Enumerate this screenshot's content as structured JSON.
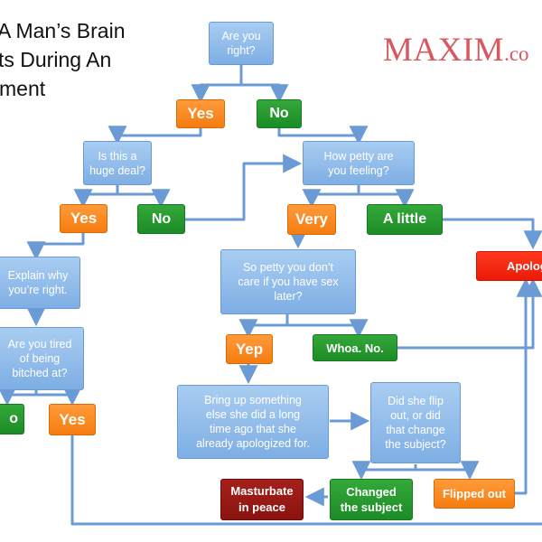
{
  "title": {
    "lines": [
      "A Man’s Brain",
      "ts During An",
      "ment"
    ]
  },
  "brand": {
    "logo_main": "MAXIM",
    "logo_suffix": ".co",
    "color": "#d9575f"
  },
  "nodes": {
    "are_you_right": "Are you\nright?",
    "yes_1": "Yes",
    "no_1": "No",
    "huge_deal": "Is this a\nhuge deal?",
    "how_petty": "How petty are\nyou feeling?",
    "yes_2": "Yes",
    "no_2": "No",
    "very": "Very",
    "a_little": "A little",
    "apologize": "Apolog",
    "explain": "Explain why\nyou’re right.",
    "so_petty": "So petty you don’t\ncare if you have sex\nlater?",
    "tired": "Are you tired\nof being\nbitched at?",
    "yep": "Yep",
    "whoa_no": "Whoa. No.",
    "no_3": "o",
    "yes_3": "Yes",
    "bring_up": "Bring up something\nelse she did a long\ntime ago that she\nalready apologized for.",
    "did_she_flip": "Did she flip\nout, or did\nthat change\nthe subject?",
    "masturbate": "Masturbate\nin peace",
    "changed_subject": "Changed\nthe subject",
    "flipped_out": "Flipped out"
  },
  "colors": {
    "question": "#8bb8ea",
    "yes_orange": "#f5841b",
    "no_green": "#24952d",
    "apologize_red": "#f02a0f",
    "terminal_darkred": "#981a15",
    "connector": "#6b9bd4"
  }
}
